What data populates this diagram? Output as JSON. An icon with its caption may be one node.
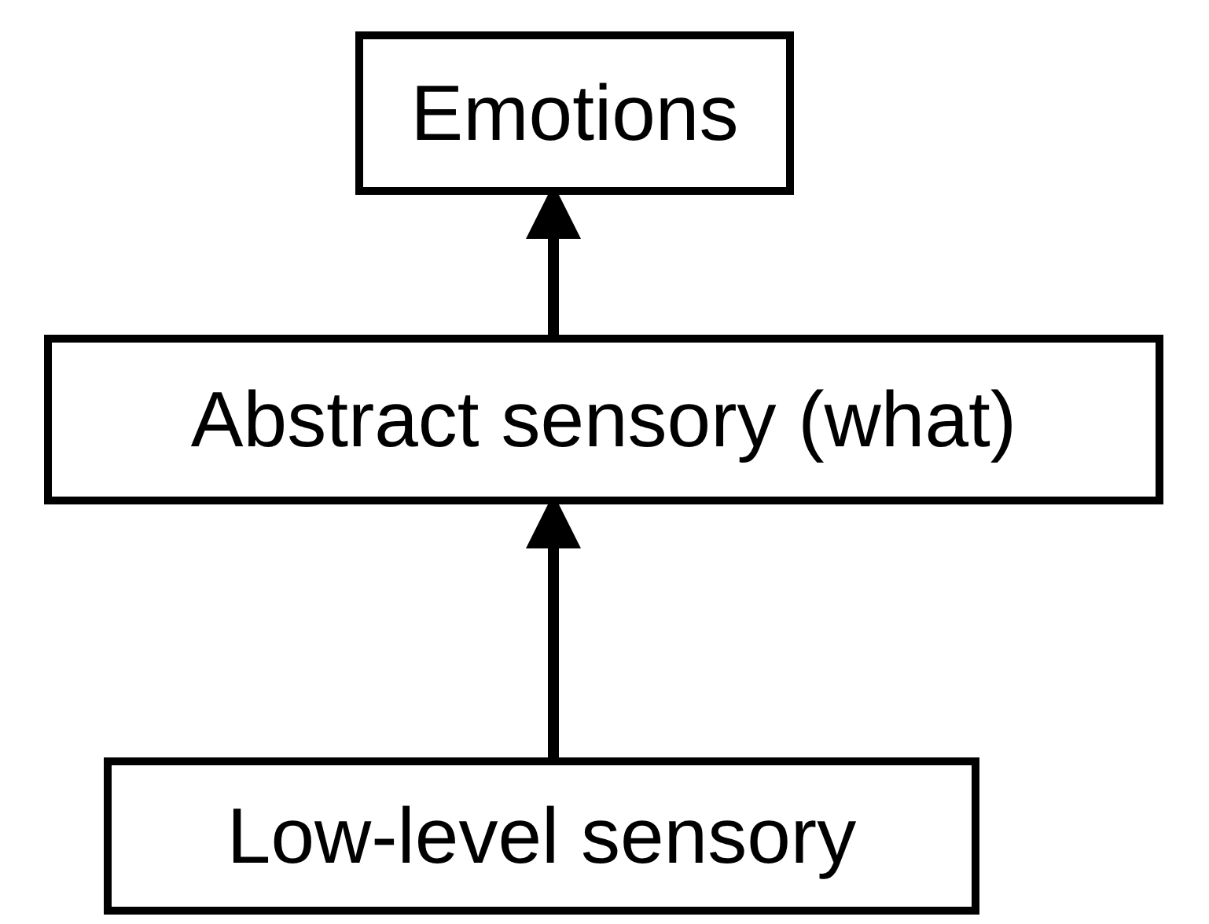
{
  "diagram": {
    "nodes": [
      {
        "text": [
          "Emotions"
        ]
      },
      {
        "text": [
          "Abstract sensory (what)"
        ]
      },
      {
        "text": [
          "Low-level sensory"
        ]
      }
    ],
    "edges": [
      {
        "from": 2,
        "to": 1,
        "arrow": "to"
      },
      {
        "from": 1,
        "to": 0,
        "arrow": "to"
      }
    ]
  }
}
